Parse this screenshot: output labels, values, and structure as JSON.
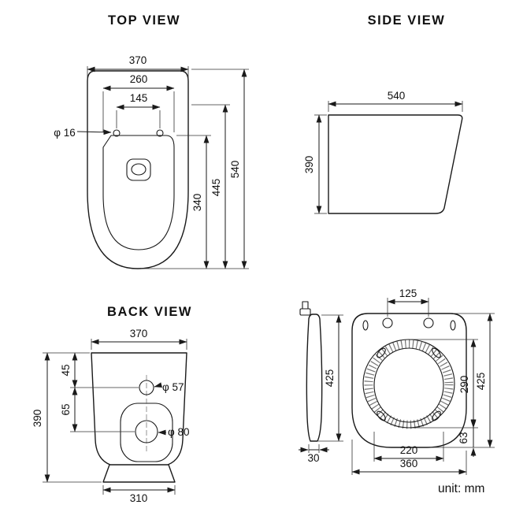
{
  "colors": {
    "background": "#ffffff",
    "line": "#1a1a1a"
  },
  "footer": {
    "unit": "unit: mm"
  },
  "views": {
    "top": {
      "title": "TOP VIEW",
      "dims": {
        "width": "370",
        "inner_width": "260",
        "hole_spacing": "145",
        "hole_diameter": "φ 16",
        "total_depth": "540",
        "depth_445": "445",
        "depth_340": "340"
      }
    },
    "side": {
      "title": "SIDE VIEW",
      "dims": {
        "depth": "540",
        "height": "390"
      }
    },
    "back": {
      "title": "BACK VIEW",
      "dims": {
        "width": "370",
        "top_offset": "45",
        "hole_57": "φ 57",
        "offset_65": "65",
        "height": "390",
        "hole_80": "φ 80",
        "base_width": "310"
      }
    },
    "seat": {
      "dims": {
        "hinge_spacing": "125",
        "lid_height": "425",
        "ring_height": "290",
        "seat_depth": "425",
        "front_gap": "63",
        "opening_width": "220",
        "seat_width": "360",
        "lid_thickness": "30"
      }
    }
  }
}
